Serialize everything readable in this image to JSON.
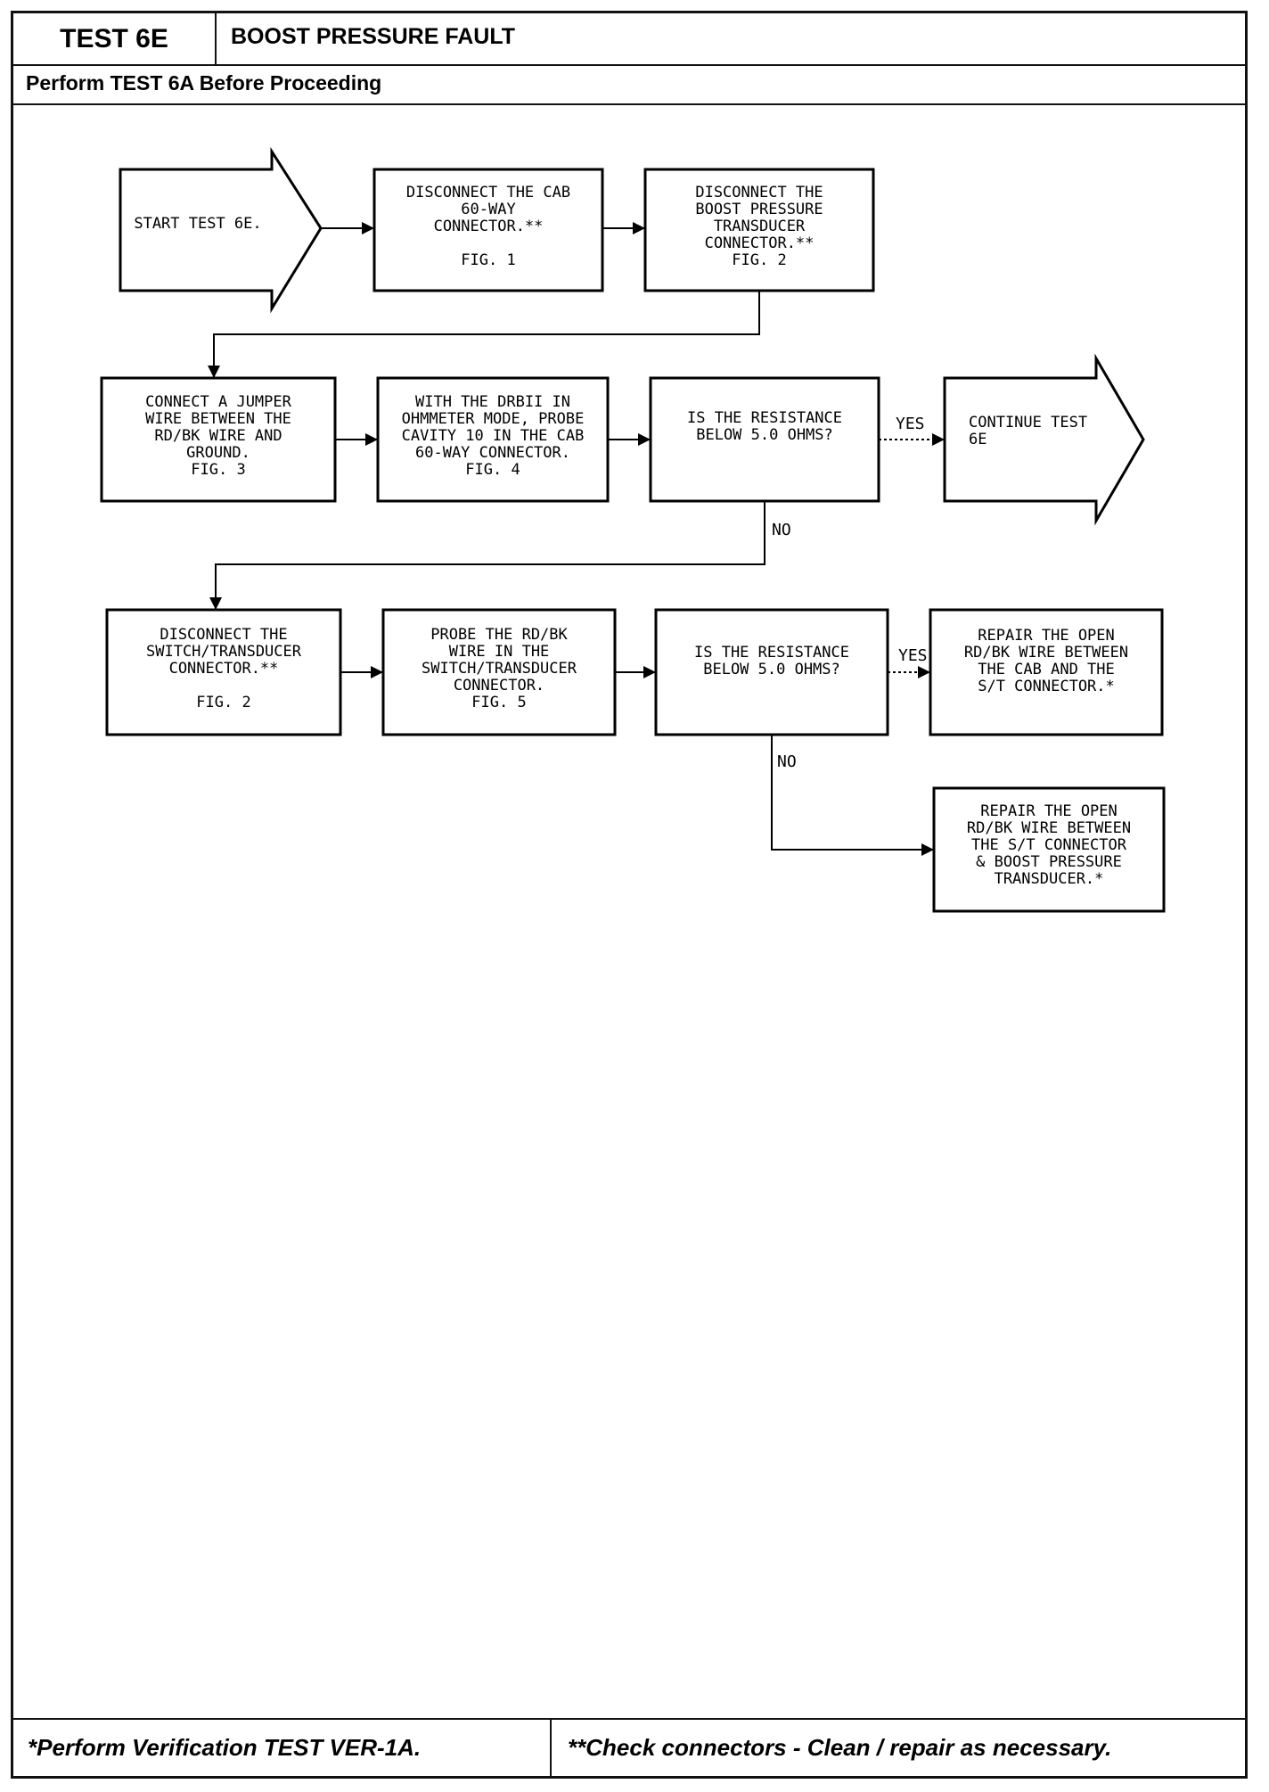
{
  "header": {
    "test_id": "TEST 6E",
    "title": "BOOST PRESSURE FAULT",
    "prerequisite": "Perform TEST 6A Before Proceeding"
  },
  "flowchart": {
    "start": {
      "lines": [
        "START TEST 6E."
      ]
    },
    "disconnect_cab": {
      "lines": [
        "DISCONNECT THE CAB",
        "60-WAY",
        "CONNECTOR.**",
        "",
        "FIG. 1"
      ]
    },
    "disconnect_boost": {
      "lines": [
        "DISCONNECT THE",
        "BOOST PRESSURE",
        "TRANSDUCER",
        "CONNECTOR.**",
        "FIG. 2"
      ]
    },
    "connect_jumper": {
      "lines": [
        "CONNECT A JUMPER",
        "WIRE BETWEEN THE",
        "RD/BK WIRE AND",
        "GROUND.",
        "FIG. 3"
      ]
    },
    "probe_cavity": {
      "lines": [
        "WITH THE DRBII IN",
        "OHMMETER MODE, PROBE",
        "CAVITY 10 IN THE CAB",
        "60-WAY CONNECTOR.",
        "FIG. 4"
      ]
    },
    "decision1": {
      "lines": [
        "IS THE RESISTANCE",
        "BELOW 5.0 OHMS?"
      ]
    },
    "continue": {
      "lines": [
        "CONTINUE TEST",
        "6E"
      ]
    },
    "disconnect_switch": {
      "lines": [
        "DISCONNECT THE",
        "SWITCH/TRANSDUCER",
        "CONNECTOR.**",
        "",
        "FIG. 2"
      ]
    },
    "probe_rdbk": {
      "lines": [
        "PROBE THE RD/BK",
        "WIRE IN THE",
        "SWITCH/TRANSDUCER",
        "CONNECTOR.",
        "FIG. 5"
      ]
    },
    "decision2": {
      "lines": [
        "IS THE RESISTANCE",
        "BELOW 5.0 OHMS?"
      ]
    },
    "repair_cab_st": {
      "lines": [
        "REPAIR THE OPEN",
        "RD/BK WIRE BETWEEN",
        "THE CAB AND THE",
        "S/T CONNECTOR.*"
      ]
    },
    "repair_st_boost": {
      "lines": [
        "REPAIR THE OPEN",
        "RD/BK WIRE BETWEEN",
        "THE S/T CONNECTOR",
        "& BOOST PRESSURE",
        "TRANSDUCER.*"
      ]
    },
    "labels": {
      "yes1": "YES",
      "no1": "NO",
      "yes2": "YES",
      "no2": "NO"
    }
  },
  "footer": {
    "note1": "*Perform Verification TEST VER-1A.",
    "note2": "**Check connectors - Clean / repair as necessary."
  }
}
